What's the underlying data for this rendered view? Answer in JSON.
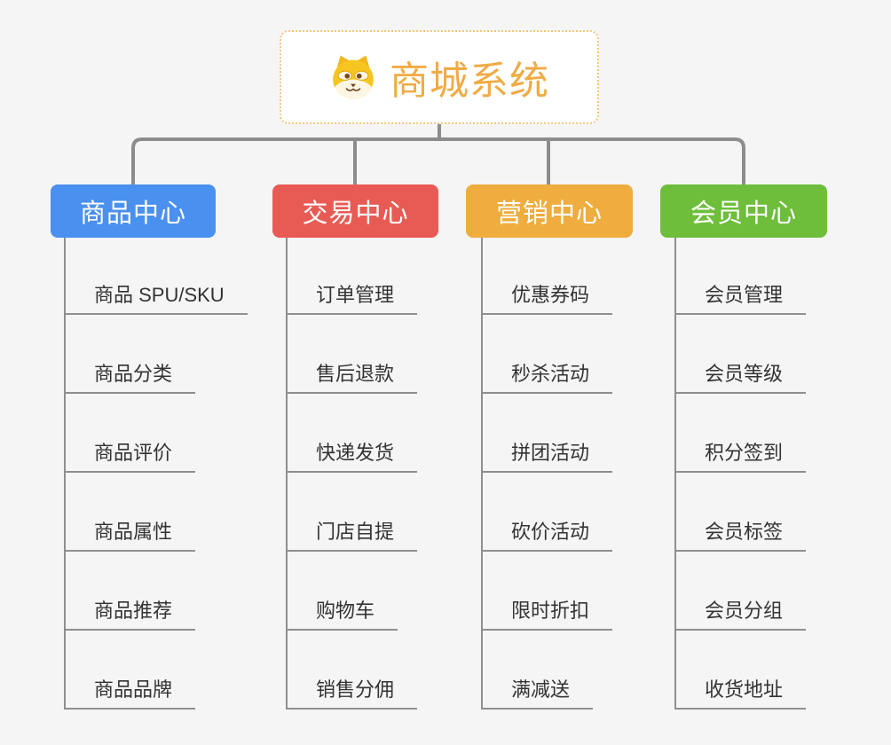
{
  "root": {
    "title": "商城系统",
    "icon": "dog-face-icon"
  },
  "branches": [
    {
      "label": "商品中心",
      "color": "#4a90ee",
      "children": [
        "商品 SPU/SKU",
        "商品分类",
        "商品评价",
        "商品属性",
        "商品推荐",
        "商品品牌"
      ]
    },
    {
      "label": "交易中心",
      "color": "#e85b55",
      "children": [
        "订单管理",
        "售后退款",
        "快递发货",
        "门店自提",
        "购物车",
        "销售分佣"
      ]
    },
    {
      "label": "营销中心",
      "color": "#eead3e",
      "children": [
        "优惠券码",
        "秒杀活动",
        "拼团活动",
        "砍价活动",
        "限时折扣",
        "满减送"
      ]
    },
    {
      "label": "会员中心",
      "color": "#6ebe3b",
      "children": [
        "会员管理",
        "会员等级",
        "积分签到",
        "会员标签",
        "会员分组",
        "收货地址"
      ]
    }
  ],
  "colors": {
    "background": "#f5f5f6",
    "connector": "#8c8c8c",
    "underline": "#8f8f8f",
    "item_text": "#333333",
    "root_text": "#f0ab45",
    "root_border": "#f3c57c"
  }
}
